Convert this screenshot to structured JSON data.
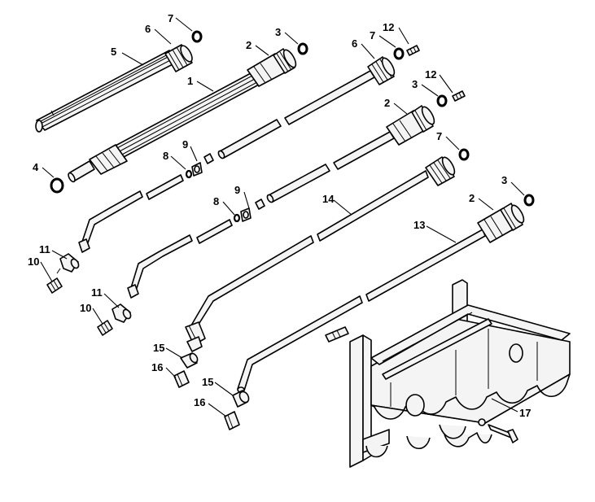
{
  "labels": {
    "l1": "1",
    "l2a": "2",
    "l2b": "2",
    "l2c": "2",
    "l3a": "3",
    "l3b": "3",
    "l3c": "3",
    "l4": "4",
    "l5": "5",
    "l6a": "6",
    "l6b": "6",
    "l7a": "7",
    "l7b": "7",
    "l7c": "7",
    "l8a": "8",
    "l8b": "8",
    "l9a": "9",
    "l9b": "9",
    "l10a": "10",
    "l10b": "10",
    "l11a": "11",
    "l11b": "11",
    "l12a": "12",
    "l12b": "12",
    "l13": "13",
    "l14": "14",
    "l15a": "15",
    "l15b": "15",
    "l16a": "16",
    "l16b": "16",
    "l17": "17"
  }
}
